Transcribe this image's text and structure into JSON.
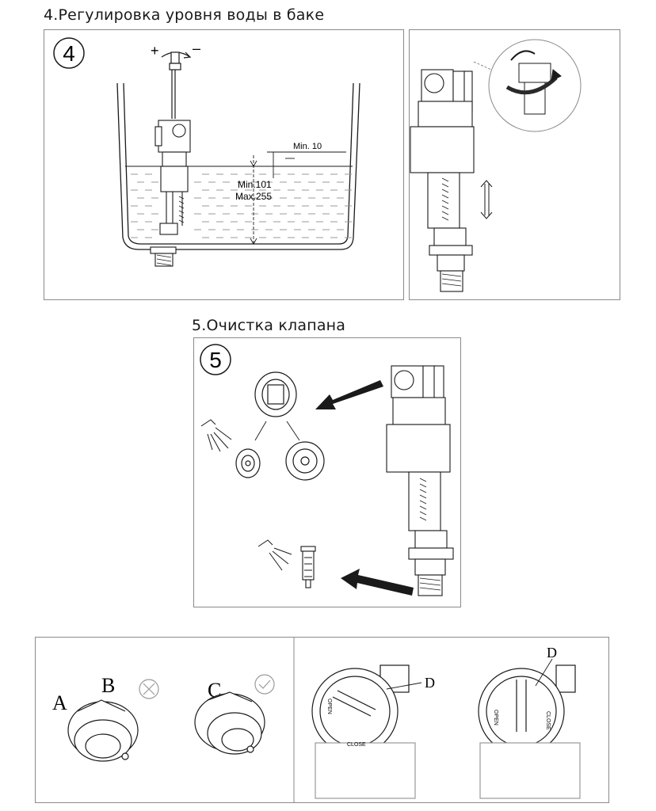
{
  "section4": {
    "title": "4.Регулировка уровня воды в баке",
    "step_number": "4",
    "plus": "+",
    "minus": "–",
    "min10": "Min. 10",
    "min101": "Min.101",
    "max255": "Max.255"
  },
  "section5": {
    "title": "5.Очистка клапана",
    "step_number": "5"
  },
  "bottom": {
    "label_a": "A",
    "label_b": "B",
    "label_c": "C",
    "label_d1": "D",
    "label_d2": "D",
    "open": "OPEN",
    "close": "CLOSE"
  },
  "colors": {
    "line": "#1a1a1a",
    "panel_border": "#8a8a8a",
    "water": "#bdbdbd",
    "faint": "#9a9a9a"
  }
}
